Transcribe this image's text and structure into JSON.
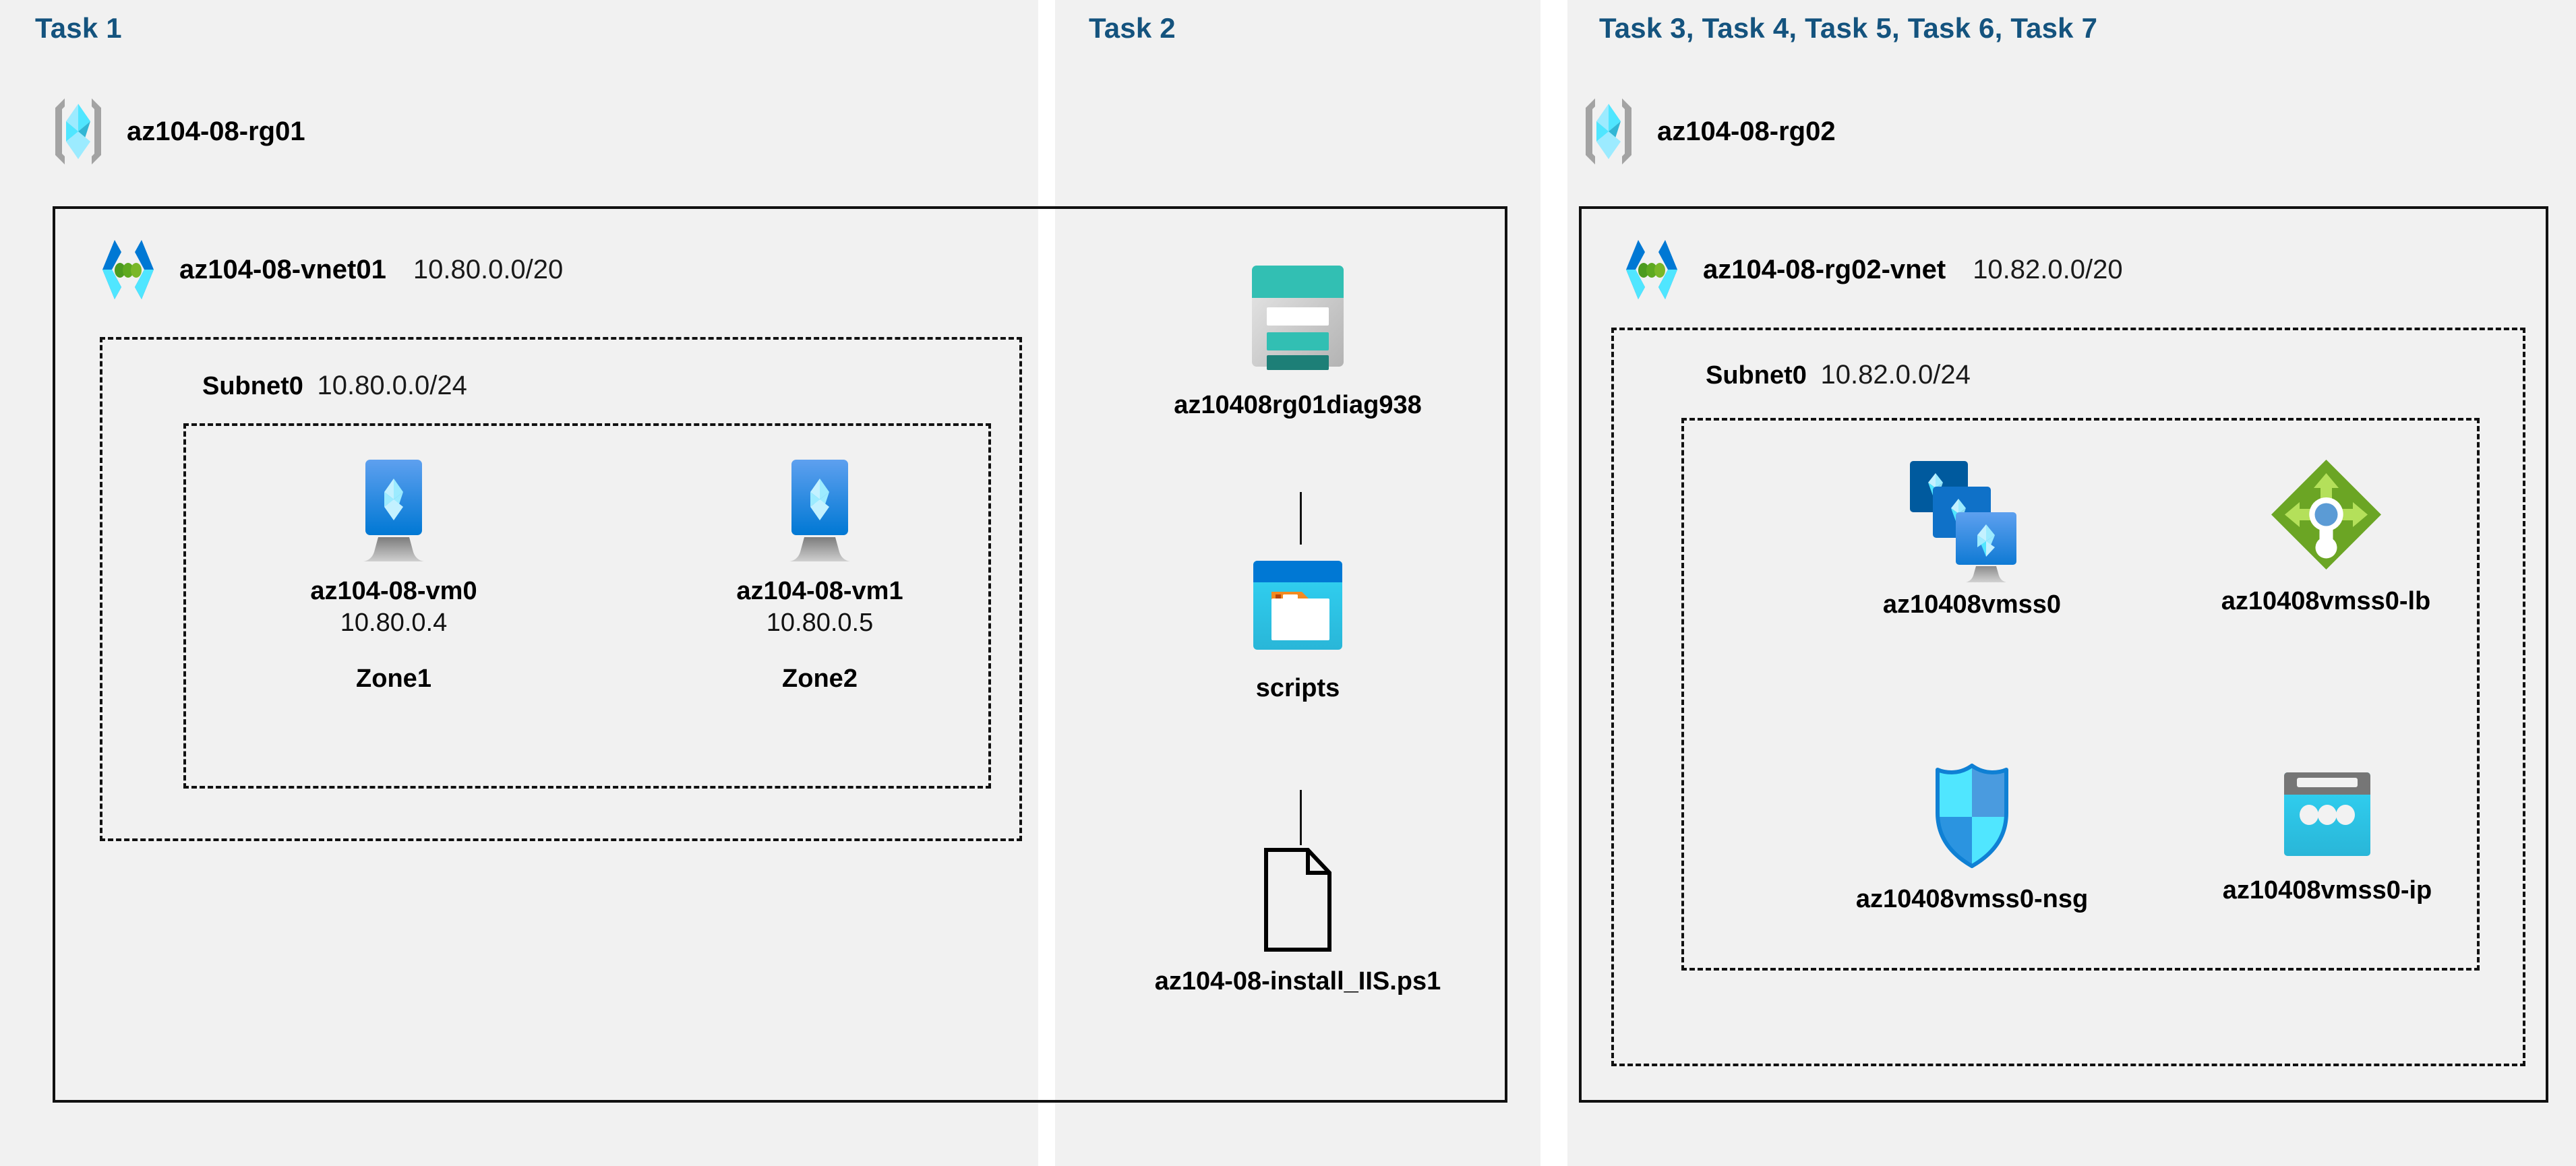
{
  "panels": [
    {
      "title": "Task 1",
      "resource_group": {
        "name": "az104-08-rg01",
        "icon": "resource-group-icon"
      },
      "vnet": {
        "name": "az104-08-vnet01",
        "cidr": "10.80.0.0/20",
        "icon": "virtual-network-icon"
      },
      "subnet": {
        "name": "Subnet0",
        "cidr": "10.80.0.0/24"
      },
      "nodes": [
        {
          "label": "az104-08-vm0",
          "ip": "10.80.0.4",
          "zone": "Zone1",
          "icon": "virtual-machine-icon"
        },
        {
          "label": "az104-08-vm1",
          "ip": "10.80.0.5",
          "zone": "Zone2",
          "icon": "virtual-machine-icon"
        }
      ]
    },
    {
      "title": "Task 2",
      "nodes": [
        {
          "label": "az10408rg01diag938",
          "icon": "storage-account-icon"
        },
        {
          "label": "scripts",
          "icon": "blob-container-icon"
        },
        {
          "label": "az104-08-install_IIS.ps1",
          "icon": "script-file-icon"
        }
      ]
    },
    {
      "title": "Task 3, Task 4, Task 5, Task 6, Task 7",
      "resource_group": {
        "name": "az104-08-rg02",
        "icon": "resource-group-icon"
      },
      "vnet": {
        "name": "az104-08-rg02-vnet",
        "cidr": "10.82.0.0/20",
        "icon": "virtual-network-icon"
      },
      "subnet": {
        "name": "Subnet0",
        "cidr": "10.82.0.0/24"
      },
      "nodes": [
        {
          "label": "az10408vmss0",
          "icon": "vm-scale-set-icon"
        },
        {
          "label": "az10408vmss0-lb",
          "icon": "load-balancer-icon"
        },
        {
          "label": "az10408vmss0-nsg",
          "icon": "network-security-group-icon"
        },
        {
          "label": "az10408vmss0-ip",
          "icon": "public-ip-address-icon"
        }
      ]
    }
  ],
  "colors": {
    "panel_background": "#f1f1f1",
    "task_title": "#14537e",
    "border": "#111111",
    "azure_blue": "#0078d4",
    "azure_cyan": "#50e6ff",
    "storage_teal": "#32bfb3",
    "lb_green": "#7fba00",
    "nsg_blue": "#32bfff"
  }
}
